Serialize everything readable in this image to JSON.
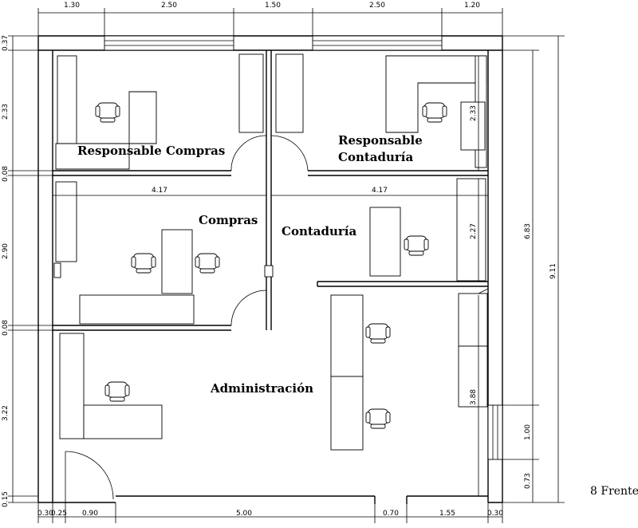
{
  "rooms": {
    "responsable_compras": "Responsable Compras",
    "responsable_contaduria_1": "Responsable",
    "responsable_contaduria_2": "Contaduría",
    "compras": "Compras",
    "contaduria": "Contaduría",
    "administracion": "Administración"
  },
  "dimensions": {
    "top": [
      "1.30",
      "2.50",
      "1.50",
      "2.50",
      "1.20"
    ],
    "bottom": [
      "0.30",
      "0.25",
      "0.90",
      "5.00",
      "0.70",
      "1.55",
      "0.30"
    ],
    "left": [
      "0.37",
      "2.33",
      "0.08",
      "2.90",
      "0.08",
      "3.22",
      "0.15"
    ],
    "interior_width_left": "4.17",
    "interior_width_right": "4.17",
    "right_upper_room": "2.33",
    "right_mid_room": "2.27",
    "right_lower_room": "3.88",
    "right_outer_a": "6.83",
    "right_outer_b": "9.11",
    "window_right_1": "1.00",
    "window_right_2": "0.73"
  },
  "note": "8 Frente"
}
